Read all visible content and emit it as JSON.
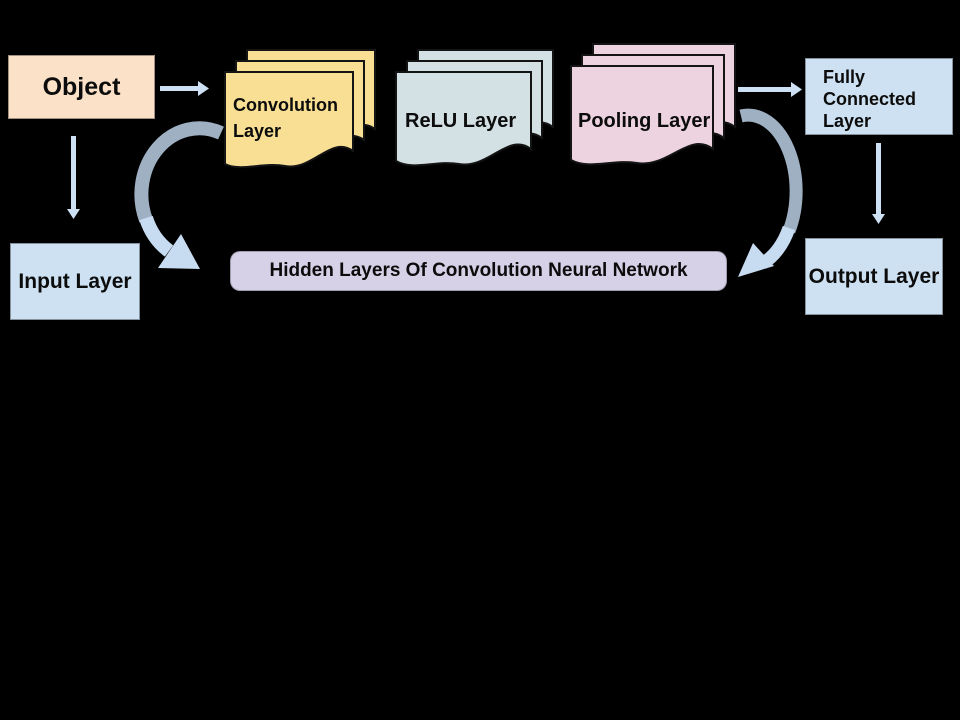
{
  "canvas": {
    "background": "#000000"
  },
  "colors": {
    "object_fill": "#FAE1C8",
    "convolution_fill": "#F8DF93",
    "relu_fill": "#D3E0E4",
    "pooling_fill": "#ECD3DF",
    "blue_box_fill": "#CDE1F2",
    "hidden_fill": "#D7D1E7",
    "page_border": "#141414",
    "arrow": "#CEE1F4",
    "arc_dark": "#9FB0C3",
    "arc_light": "#C7DBF1",
    "text": "#0c0c0c"
  },
  "nodes": {
    "object": {
      "label": "Object"
    },
    "convolution": {
      "label": "Convolution Layer"
    },
    "relu": {
      "label": "ReLU Layer"
    },
    "pooling": {
      "label": "Pooling Layer"
    },
    "fully_connected": {
      "label": "Fully Connected Layer"
    },
    "input": {
      "label": "Input Layer"
    },
    "hidden": {
      "label": "Hidden Layers Of Convolution Neural Network"
    },
    "output": {
      "label": "Output Layer"
    }
  },
  "edges": [
    {
      "from": "object",
      "to": "convolution",
      "type": "straight"
    },
    {
      "from": "pooling",
      "to": "fully_connected",
      "type": "straight"
    },
    {
      "from": "object",
      "to": "input",
      "type": "straight"
    },
    {
      "from": "fully_connected",
      "to": "output",
      "type": "straight"
    },
    {
      "from": "convolution",
      "to": "hidden",
      "type": "curved"
    },
    {
      "from": "pooling",
      "to": "hidden",
      "type": "curved"
    }
  ]
}
